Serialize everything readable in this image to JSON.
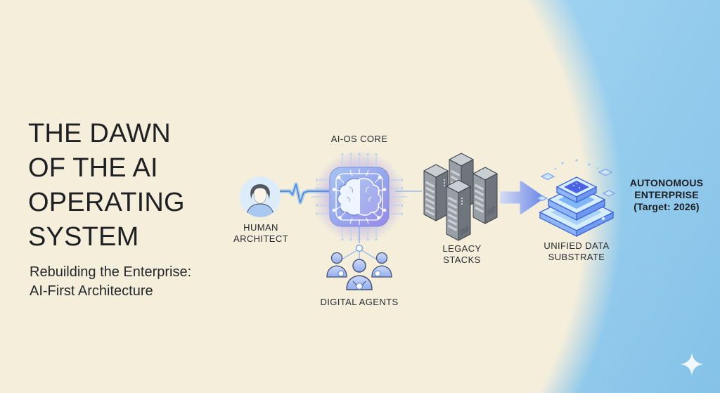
{
  "slide": {
    "title_lines": [
      "THE DAWN",
      "OF THE AI",
      "OPERATING",
      "SYSTEM"
    ],
    "subtitle_lines": [
      "Rebuilding the Enterprise:",
      "AI-First Architecture"
    ]
  },
  "diagram": {
    "ai_core": {
      "label": "AI-OS CORE"
    },
    "human": {
      "label_lines": [
        "HUMAN",
        "ARCHITECT"
      ]
    },
    "agents": {
      "label": "DIGITAL AGENTS"
    },
    "legacy": {
      "label_lines": [
        "LEGACY",
        "STACKS"
      ]
    },
    "substrate": {
      "label_lines": [
        "UNIFIED DATA",
        "SUBSTRATE"
      ]
    },
    "outcome": {
      "label_lines": [
        "AUTONOMOUS",
        "ENTERPRISE",
        "(Target: 2026)"
      ]
    }
  },
  "colors": {
    "background_cream": "#f4eedb",
    "background_blue_top": "#c9e8f8",
    "background_blue_bottom": "#85c2e8",
    "title_text": "#1e2023",
    "label_text": "#262a31",
    "chip_gradient_start": "#a7c5f2",
    "chip_gradient_end": "#9789e7",
    "chip_glow": "#9b86ea",
    "pulse_blue": "#4a90e4",
    "arrow_blue": "#6a87e6",
    "server_gray": "#9aa1a8",
    "substrate_blue": "#4a63e6",
    "avatar_shirt_blue": "#a9c9f1",
    "sparkle_white": "#ffffff"
  }
}
